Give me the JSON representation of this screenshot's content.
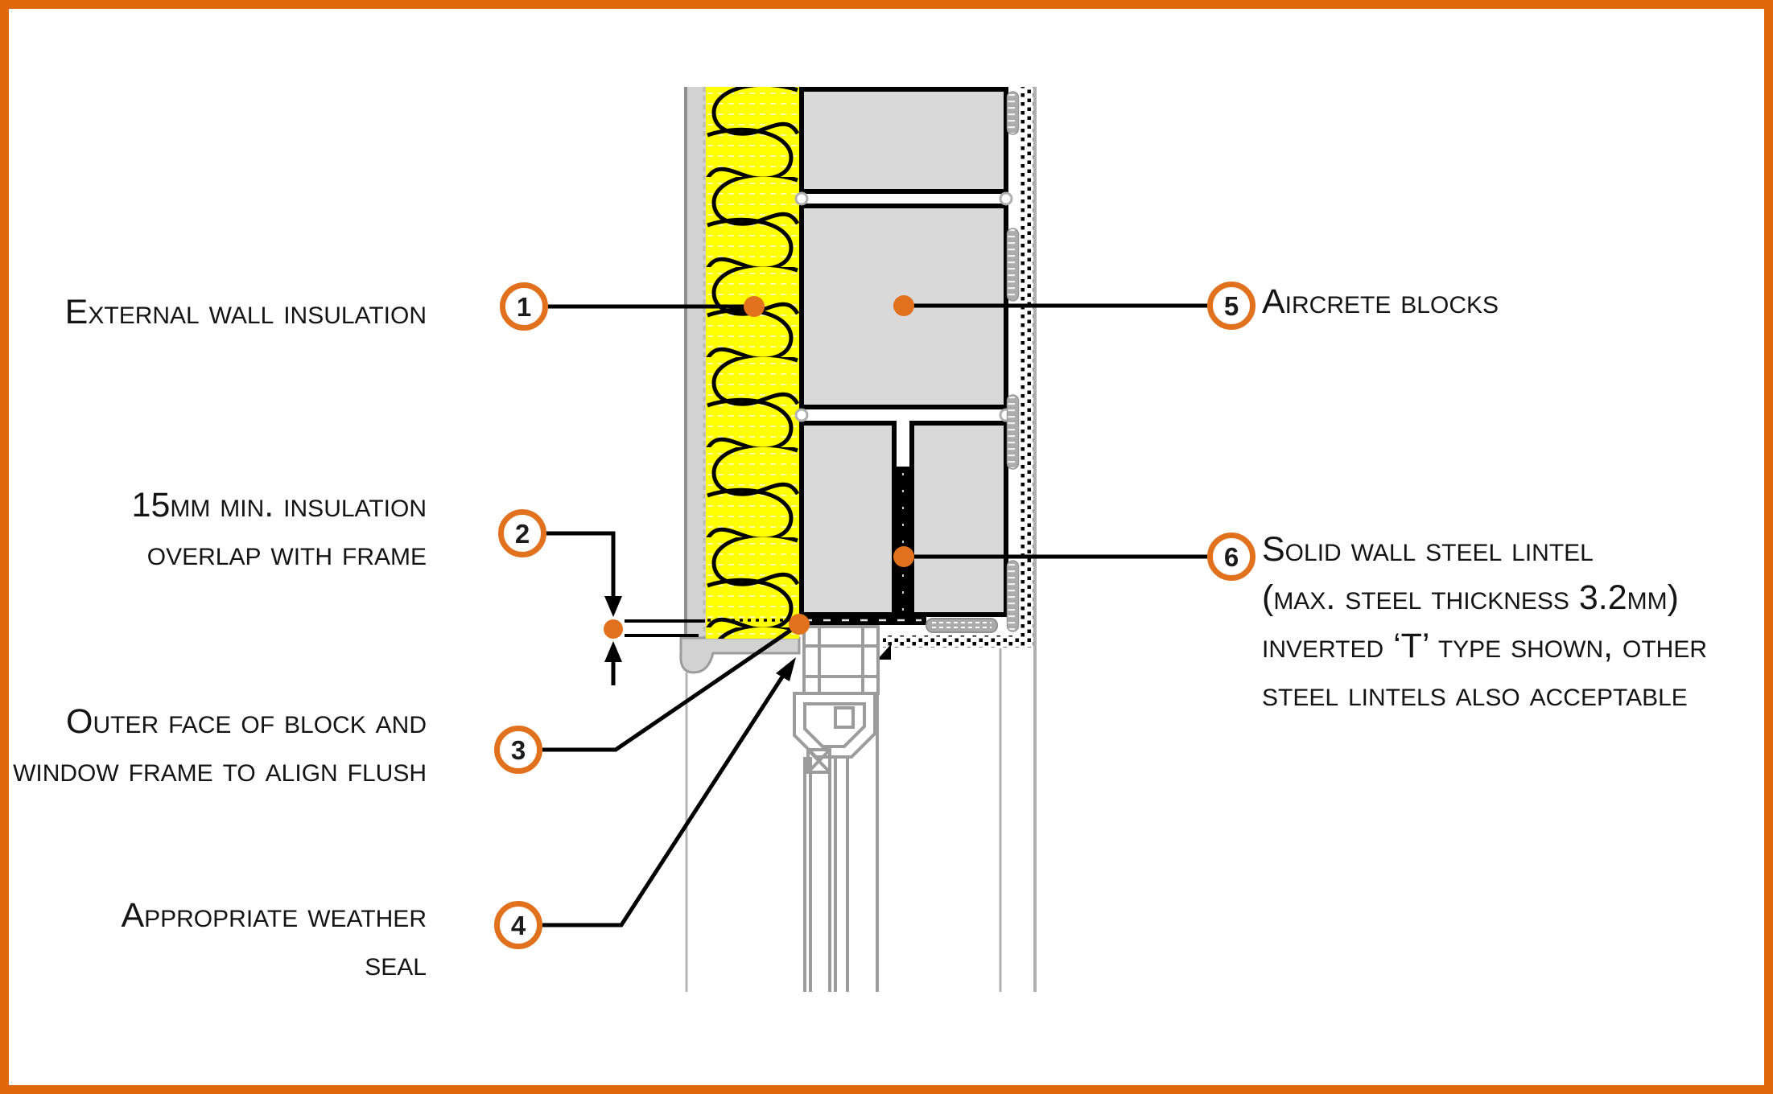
{
  "palette": {
    "accent_orange": "#e2711d",
    "border_orange": "#e0690a",
    "insulation_yellow": "#ffff00",
    "block_gray": "#d9d9d9",
    "render_gray": "#d2d2d2",
    "detail_gray": "#9c9c9c",
    "line_black": "#000000"
  },
  "callouts": [
    {
      "num": "1",
      "lines": [
        "External wall insulation"
      ]
    },
    {
      "num": "2",
      "lines": [
        "15mm min. insulation",
        "overlap with frame"
      ]
    },
    {
      "num": "3",
      "lines": [
        "Outer face of block and",
        "window frame to align flush"
      ]
    },
    {
      "num": "4",
      "lines": [
        "Appropriate weather",
        "seal"
      ]
    },
    {
      "num": "5",
      "lines": [
        "Aircrete blocks"
      ]
    },
    {
      "num": "6",
      "lines": [
        "Solid wall steel lintel",
        "(max. steel thickness 3.2mm)",
        "inverted ‘T’ type shown, other",
        "steel lintels also acceptable"
      ]
    }
  ]
}
